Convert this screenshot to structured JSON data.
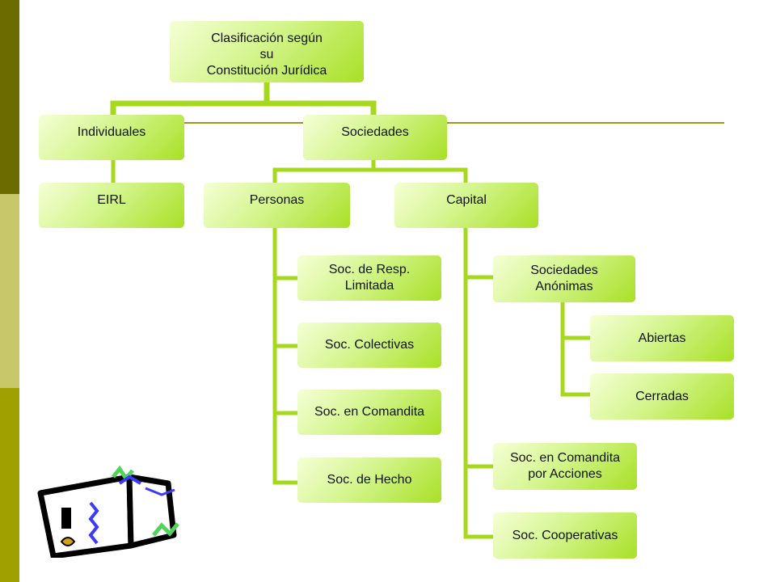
{
  "org_chart": {
    "root": "Clasificación según\nsu\nConstitución Jurídica",
    "individuales": "Individuales",
    "eirl": "EIRL",
    "sociedades": "Sociedades",
    "personas": "Personas",
    "capital": "Capital",
    "personas_items": [
      "Soc. de Resp.\nLimitada",
      "Soc. Colectivas",
      "Soc. en Comandita",
      "Soc. de Hecho"
    ],
    "capital_items": {
      "anonimas": "Sociedades\nAnónimas",
      "abiertas": "Abiertas",
      "cerradas": "Cerradas",
      "comandita_acciones": "Soc. en Comandita\npor Acciones",
      "cooperativas": "Soc. Cooperativas"
    }
  },
  "colors": {
    "node_light": "#f5ffd6",
    "node_dark": "#a8e026",
    "connector": "#a6d91e",
    "rule": "#9a9a1a",
    "strip_top": "#6b6b00",
    "strip_middle": "#c8c86a",
    "strip_bottom": "#a0a000"
  },
  "icons": [
    "filmstrip-clipart-icon"
  ]
}
